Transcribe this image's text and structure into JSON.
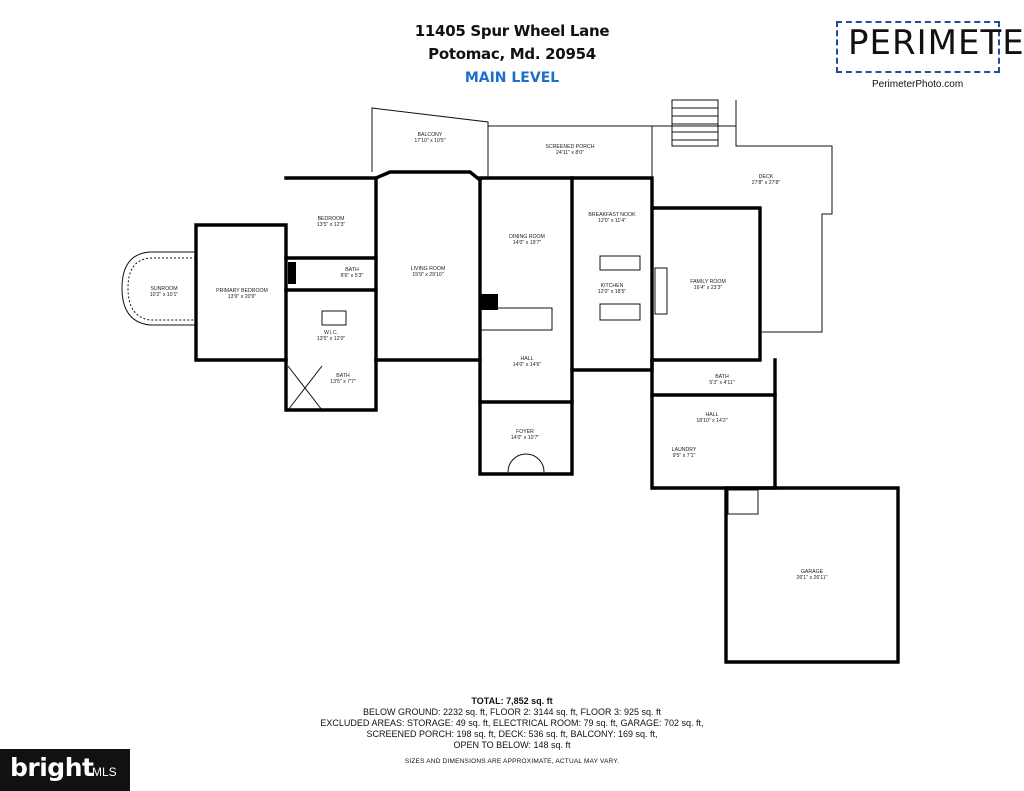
{
  "header": {
    "address_line1": "11405 Spur Wheel Lane",
    "address_line2": "Potomac, Md. 20954",
    "level": "MAIN LEVEL"
  },
  "logo": {
    "wordmark": "PERIMETER",
    "url": "PerimeterPhoto.com",
    "frame_color": "#1f4f9a"
  },
  "accent_color": "#1f6fc9",
  "rooms": {
    "balcony": {
      "name": "BALCONY",
      "dims": "17'10\" x 10'5\""
    },
    "screened_porch": {
      "name": "SCREENED PORCH",
      "dims": "24'11\" x 8'0\""
    },
    "deck": {
      "name": "DECK",
      "dims": "27'8\" x 27'8\""
    },
    "bedroom": {
      "name": "BEDROOM",
      "dims": "13'5\" x 12'3\""
    },
    "bath_small": {
      "name": "BATH",
      "dims": "8'6\" x 5'3\""
    },
    "living_room": {
      "name": "LIVING ROOM",
      "dims": "15'9\" x 29'10\""
    },
    "dining_room": {
      "name": "DINING ROOM",
      "dims": "14'0\" x 19'7\""
    },
    "breakfast_nook": {
      "name": "BREAKFAST NOOK",
      "dims": "12'0\" x 11'4\""
    },
    "kitchen": {
      "name": "KITCHEN",
      "dims": "12'0\" x 18'5\""
    },
    "family_room": {
      "name": "FAMILY ROOM",
      "dims": "16'4\" x 23'3\""
    },
    "sunroom": {
      "name": "SUNROOM",
      "dims": "10'2\" x 10'1\""
    },
    "primary_bedroom": {
      "name": "PRIMARY BEDROOM",
      "dims": "13'9\" x 20'9\""
    },
    "wic": {
      "name": "W.I.C.",
      "dims": "13'5\" x 12'0\""
    },
    "bath_primary": {
      "name": "BATH",
      "dims": "13'5\" x 7'7\""
    },
    "hall_center": {
      "name": "HALL",
      "dims": "14'0\" x 14'6\""
    },
    "foyer": {
      "name": "FOYER",
      "dims": "14'0\" x 10'7\""
    },
    "bath_east": {
      "name": "BATH",
      "dims": "5'3\" x 4'11\""
    },
    "hall_east": {
      "name": "HALL",
      "dims": "18'10\" x 14'2\""
    },
    "laundry": {
      "name": "LAUNDRY",
      "dims": "9'5\" x 7'1\""
    },
    "garage": {
      "name": "GARAGE",
      "dims": "26'1\" x 26'11\""
    }
  },
  "totals": {
    "total": "TOTAL: 7,852 sq. ft",
    "line1": "BELOW GROUND: 2232 sq. ft, FLOOR 2: 3144 sq. ft, FLOOR 3: 925 sq. ft",
    "line2": "EXCLUDED AREAS: STORAGE: 49 sq. ft, ELECTRICAL ROOM: 79 sq. ft, GARAGE: 702 sq. ft,",
    "line3": "SCREENED PORCH: 198 sq. ft, DECK: 536 sq. ft, BALCONY: 169 sq. ft,",
    "line4": "OPEN TO BELOW: 148 sq. ft"
  },
  "disclaimer": "SIZES AND DIMENSIONS ARE APPROXIMATE, ACTUAL MAY VARY.",
  "watermark": {
    "brand": "bright",
    "suffix": "MLS"
  }
}
